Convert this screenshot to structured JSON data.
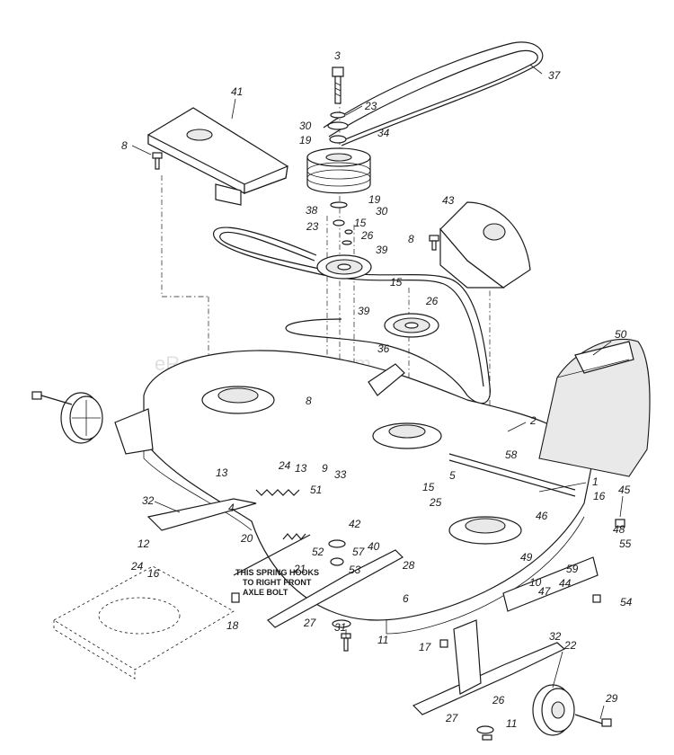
{
  "watermark": "eReplacementParts.com",
  "note_lines": [
    "THIS SPRING HOOKS",
    "TO RIGHT FRONT",
    "AXLE BOLT"
  ],
  "callouts": [
    {
      "id": "c3",
      "label": "3"
    },
    {
      "id": "c37",
      "label": "37"
    },
    {
      "id": "c41",
      "label": "41"
    },
    {
      "id": "c23a",
      "label": "23"
    },
    {
      "id": "c8a",
      "label": "8"
    },
    {
      "id": "c30a",
      "label": "30"
    },
    {
      "id": "c34",
      "label": "34"
    },
    {
      "id": "c19a",
      "label": "19"
    },
    {
      "id": "c19b",
      "label": "19"
    },
    {
      "id": "c38",
      "label": "38"
    },
    {
      "id": "c30b",
      "label": "30"
    },
    {
      "id": "c23b",
      "label": "23"
    },
    {
      "id": "c15a",
      "label": "15"
    },
    {
      "id": "c26a",
      "label": "26"
    },
    {
      "id": "c43",
      "label": "43"
    },
    {
      "id": "c8b",
      "label": "8"
    },
    {
      "id": "c39a",
      "label": "39"
    },
    {
      "id": "c15b",
      "label": "15"
    },
    {
      "id": "c26b",
      "label": "26"
    },
    {
      "id": "c39b",
      "label": "39"
    },
    {
      "id": "c36",
      "label": "36"
    },
    {
      "id": "c50",
      "label": "50"
    },
    {
      "id": "c8c",
      "label": "8"
    },
    {
      "id": "c2",
      "label": "2"
    },
    {
      "id": "c58",
      "label": "58"
    },
    {
      "id": "c24a",
      "label": "24"
    },
    {
      "id": "c13a",
      "label": "13"
    },
    {
      "id": "c9",
      "label": "9"
    },
    {
      "id": "c33",
      "label": "33"
    },
    {
      "id": "c5",
      "label": "5"
    },
    {
      "id": "c1",
      "label": "1"
    },
    {
      "id": "c16a",
      "label": "16"
    },
    {
      "id": "c45",
      "label": "45"
    },
    {
      "id": "c13b",
      "label": "13"
    },
    {
      "id": "c51",
      "label": "51"
    },
    {
      "id": "c15c",
      "label": "15"
    },
    {
      "id": "c25",
      "label": "25"
    },
    {
      "id": "c32a",
      "label": "32"
    },
    {
      "id": "c4",
      "label": "4"
    },
    {
      "id": "c20",
      "label": "20"
    },
    {
      "id": "c42",
      "label": "42"
    },
    {
      "id": "c46",
      "label": "46"
    },
    {
      "id": "c48",
      "label": "48"
    },
    {
      "id": "c55",
      "label": "55"
    },
    {
      "id": "c49",
      "label": "49"
    },
    {
      "id": "c59",
      "label": "59"
    },
    {
      "id": "c12",
      "label": "12"
    },
    {
      "id": "c24b",
      "label": "24"
    },
    {
      "id": "c16b",
      "label": "16"
    },
    {
      "id": "c52",
      "label": "52"
    },
    {
      "id": "c57",
      "label": "57"
    },
    {
      "id": "c40",
      "label": "40"
    },
    {
      "id": "c28",
      "label": "28"
    },
    {
      "id": "c21",
      "label": "21"
    },
    {
      "id": "c53",
      "label": "53"
    },
    {
      "id": "c10",
      "label": "10"
    },
    {
      "id": "c47",
      "label": "47"
    },
    {
      "id": "c44",
      "label": "44"
    },
    {
      "id": "c6",
      "label": "6"
    },
    {
      "id": "c54",
      "label": "54"
    },
    {
      "id": "c18",
      "label": "18"
    },
    {
      "id": "c31",
      "label": "31"
    },
    {
      "id": "c17",
      "label": "17"
    },
    {
      "id": "c22",
      "label": "22"
    },
    {
      "id": "c27a",
      "label": "27"
    },
    {
      "id": "c11a",
      "label": "11"
    },
    {
      "id": "c32b",
      "label": "32"
    },
    {
      "id": "c26c",
      "label": "26"
    },
    {
      "id": "c29",
      "label": "29"
    },
    {
      "id": "c27b",
      "label": "27"
    },
    {
      "id": "c11b",
      "label": "11"
    }
  ]
}
